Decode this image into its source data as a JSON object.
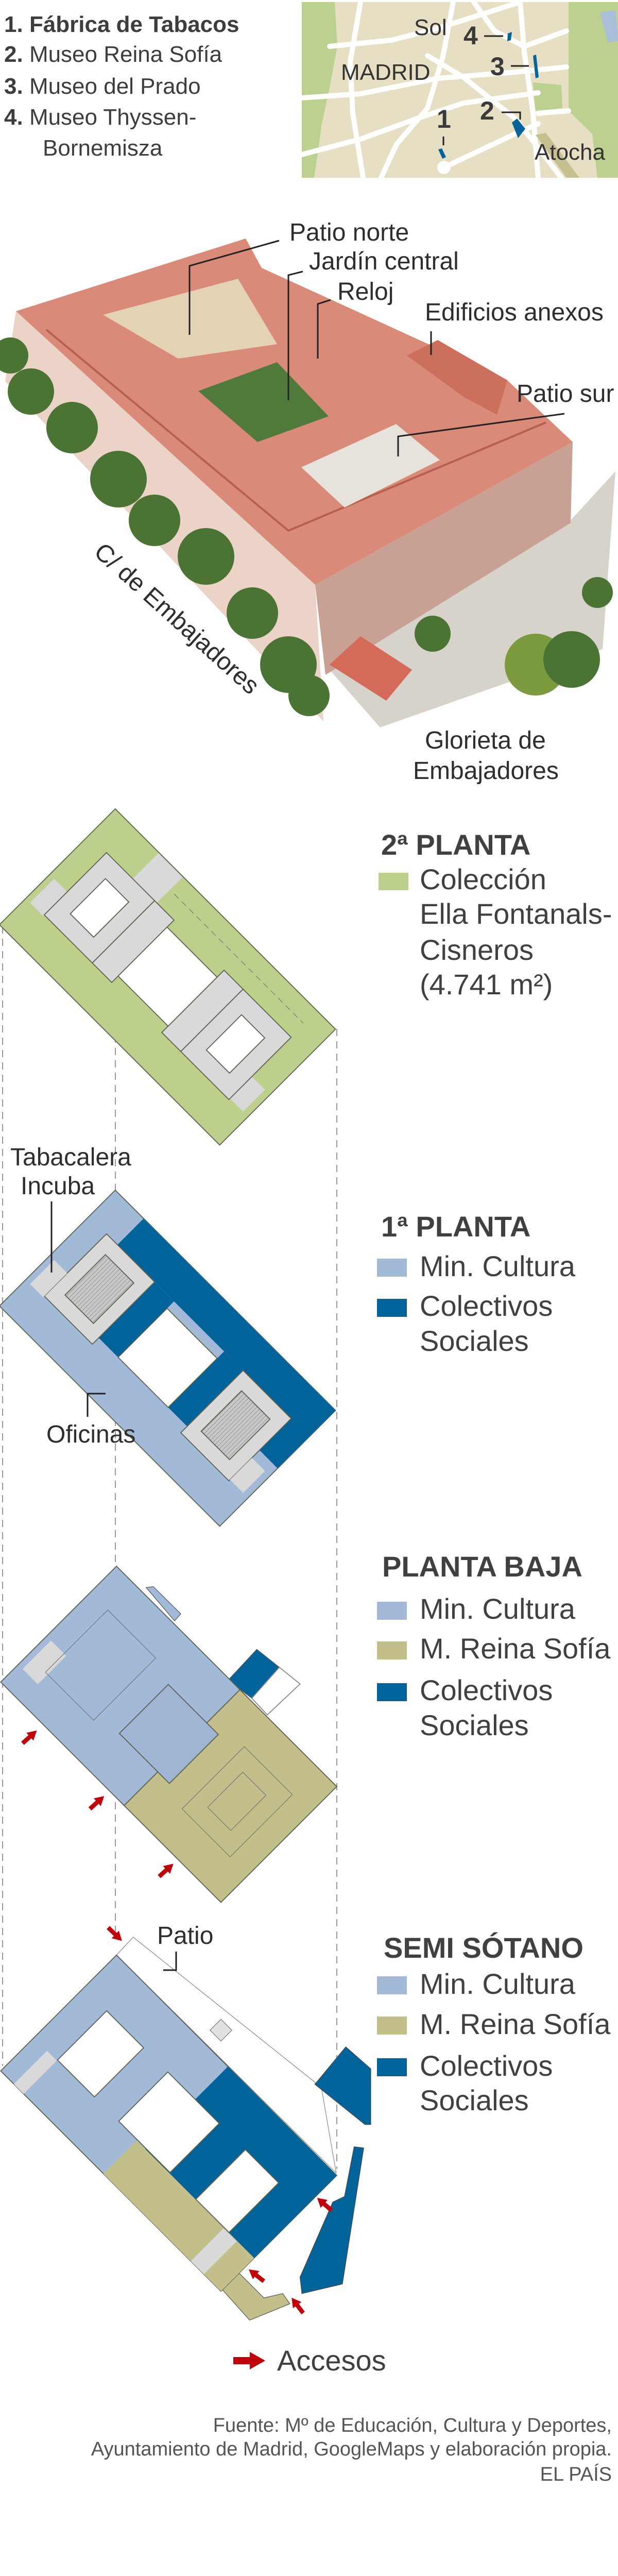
{
  "colors": {
    "green_collection": "#bdd08b",
    "min_cultura": "#a2b9d8",
    "colectivos_sociales": "#00649b",
    "reina_sofia": "#c2bf8b",
    "service_gray": "#d9d9d9",
    "access_arrow": "#c0000b",
    "map_bg": "#e7dfc3",
    "map_park": "#bcd08f"
  },
  "header_legend": {
    "items": [
      {
        "num": "1.",
        "label": "Fábrica de Tabacos"
      },
      {
        "num": "2.",
        "label": "Museo Reina Sofía"
      },
      {
        "num": "3.",
        "label": "Museo del Prado"
      },
      {
        "num": "4.",
        "label": "Museo Thyssen-",
        "label2": "Bornemisza"
      }
    ]
  },
  "map": {
    "sol": "Sol",
    "madrid": "MADRID",
    "atocha": "Atocha",
    "markers": [
      "1",
      "2",
      "3",
      "4"
    ]
  },
  "aerial": {
    "patio_norte": "Patio norte",
    "jardin_central": "Jardín central",
    "reloj": "Reloj",
    "edificios_anexos": "Edificios anexos",
    "patio_sur": "Patio sur",
    "calle": "C/ de Embajadores",
    "glorieta_1": "Glorieta de",
    "glorieta_2": "Embajadores"
  },
  "floors": {
    "segunda": {
      "title": "2ª PLANTA",
      "legend": [
        "Colección",
        "Ella Fontanals-",
        "Cisneros",
        "(4.741 m²)"
      ]
    },
    "primera": {
      "title": "1ª PLANTA",
      "legend": [
        "Min. Cultura",
        "Colectivos",
        "Sociales"
      ],
      "labels": {
        "tabacalera_1": "Tabacalera",
        "tabacalera_2": "Incuba",
        "oficinas": "Oficinas"
      }
    },
    "baja": {
      "title": "PLANTA BAJA",
      "legend": [
        "Min. Cultura",
        "M. Reina Sofía",
        "Colectivos",
        "Sociales"
      ]
    },
    "semisotano": {
      "title": "SEMI SÓTANO",
      "legend": [
        "Min. Cultura",
        "M. Reina Sofía",
        "Colectivos",
        "Sociales"
      ],
      "labels": {
        "patio": "Patio"
      }
    }
  },
  "accesos": "Accesos",
  "footer": {
    "source_1": "Fuente: Mº de Educación, Cultura y Deportes,",
    "source_2": "Ayuntamiento de Madrid, GoogleMaps y elaboración propia.",
    "brand": "EL PAÍS"
  }
}
